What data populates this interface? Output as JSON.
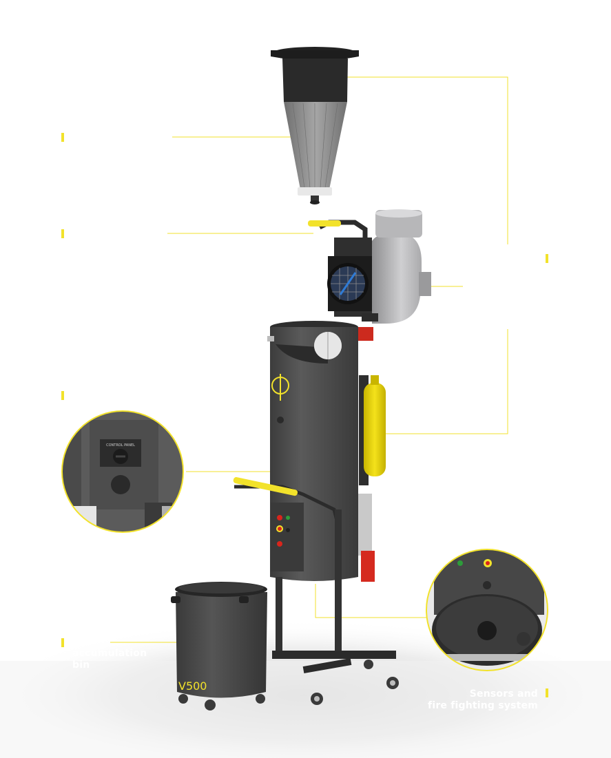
{
  "colors": {
    "accent_yellow": "#f2e22b",
    "machine_body": "#4a4a4a",
    "machine_dark": "#2e2e2e",
    "extinguisher_yellow": "#f0dd16",
    "fan_silver": "#a9a9ab",
    "filter_mesh": "#8d8d8d",
    "background": "#ffffff"
  },
  "labels": {
    "accumulation_bin": "accumulation\nbin",
    "sensors": "Sensors and\nfire fighting system"
  },
  "product_marking": {
    "bin_text": "V500",
    "control_panel_text": "CONTROL PANEL"
  }
}
